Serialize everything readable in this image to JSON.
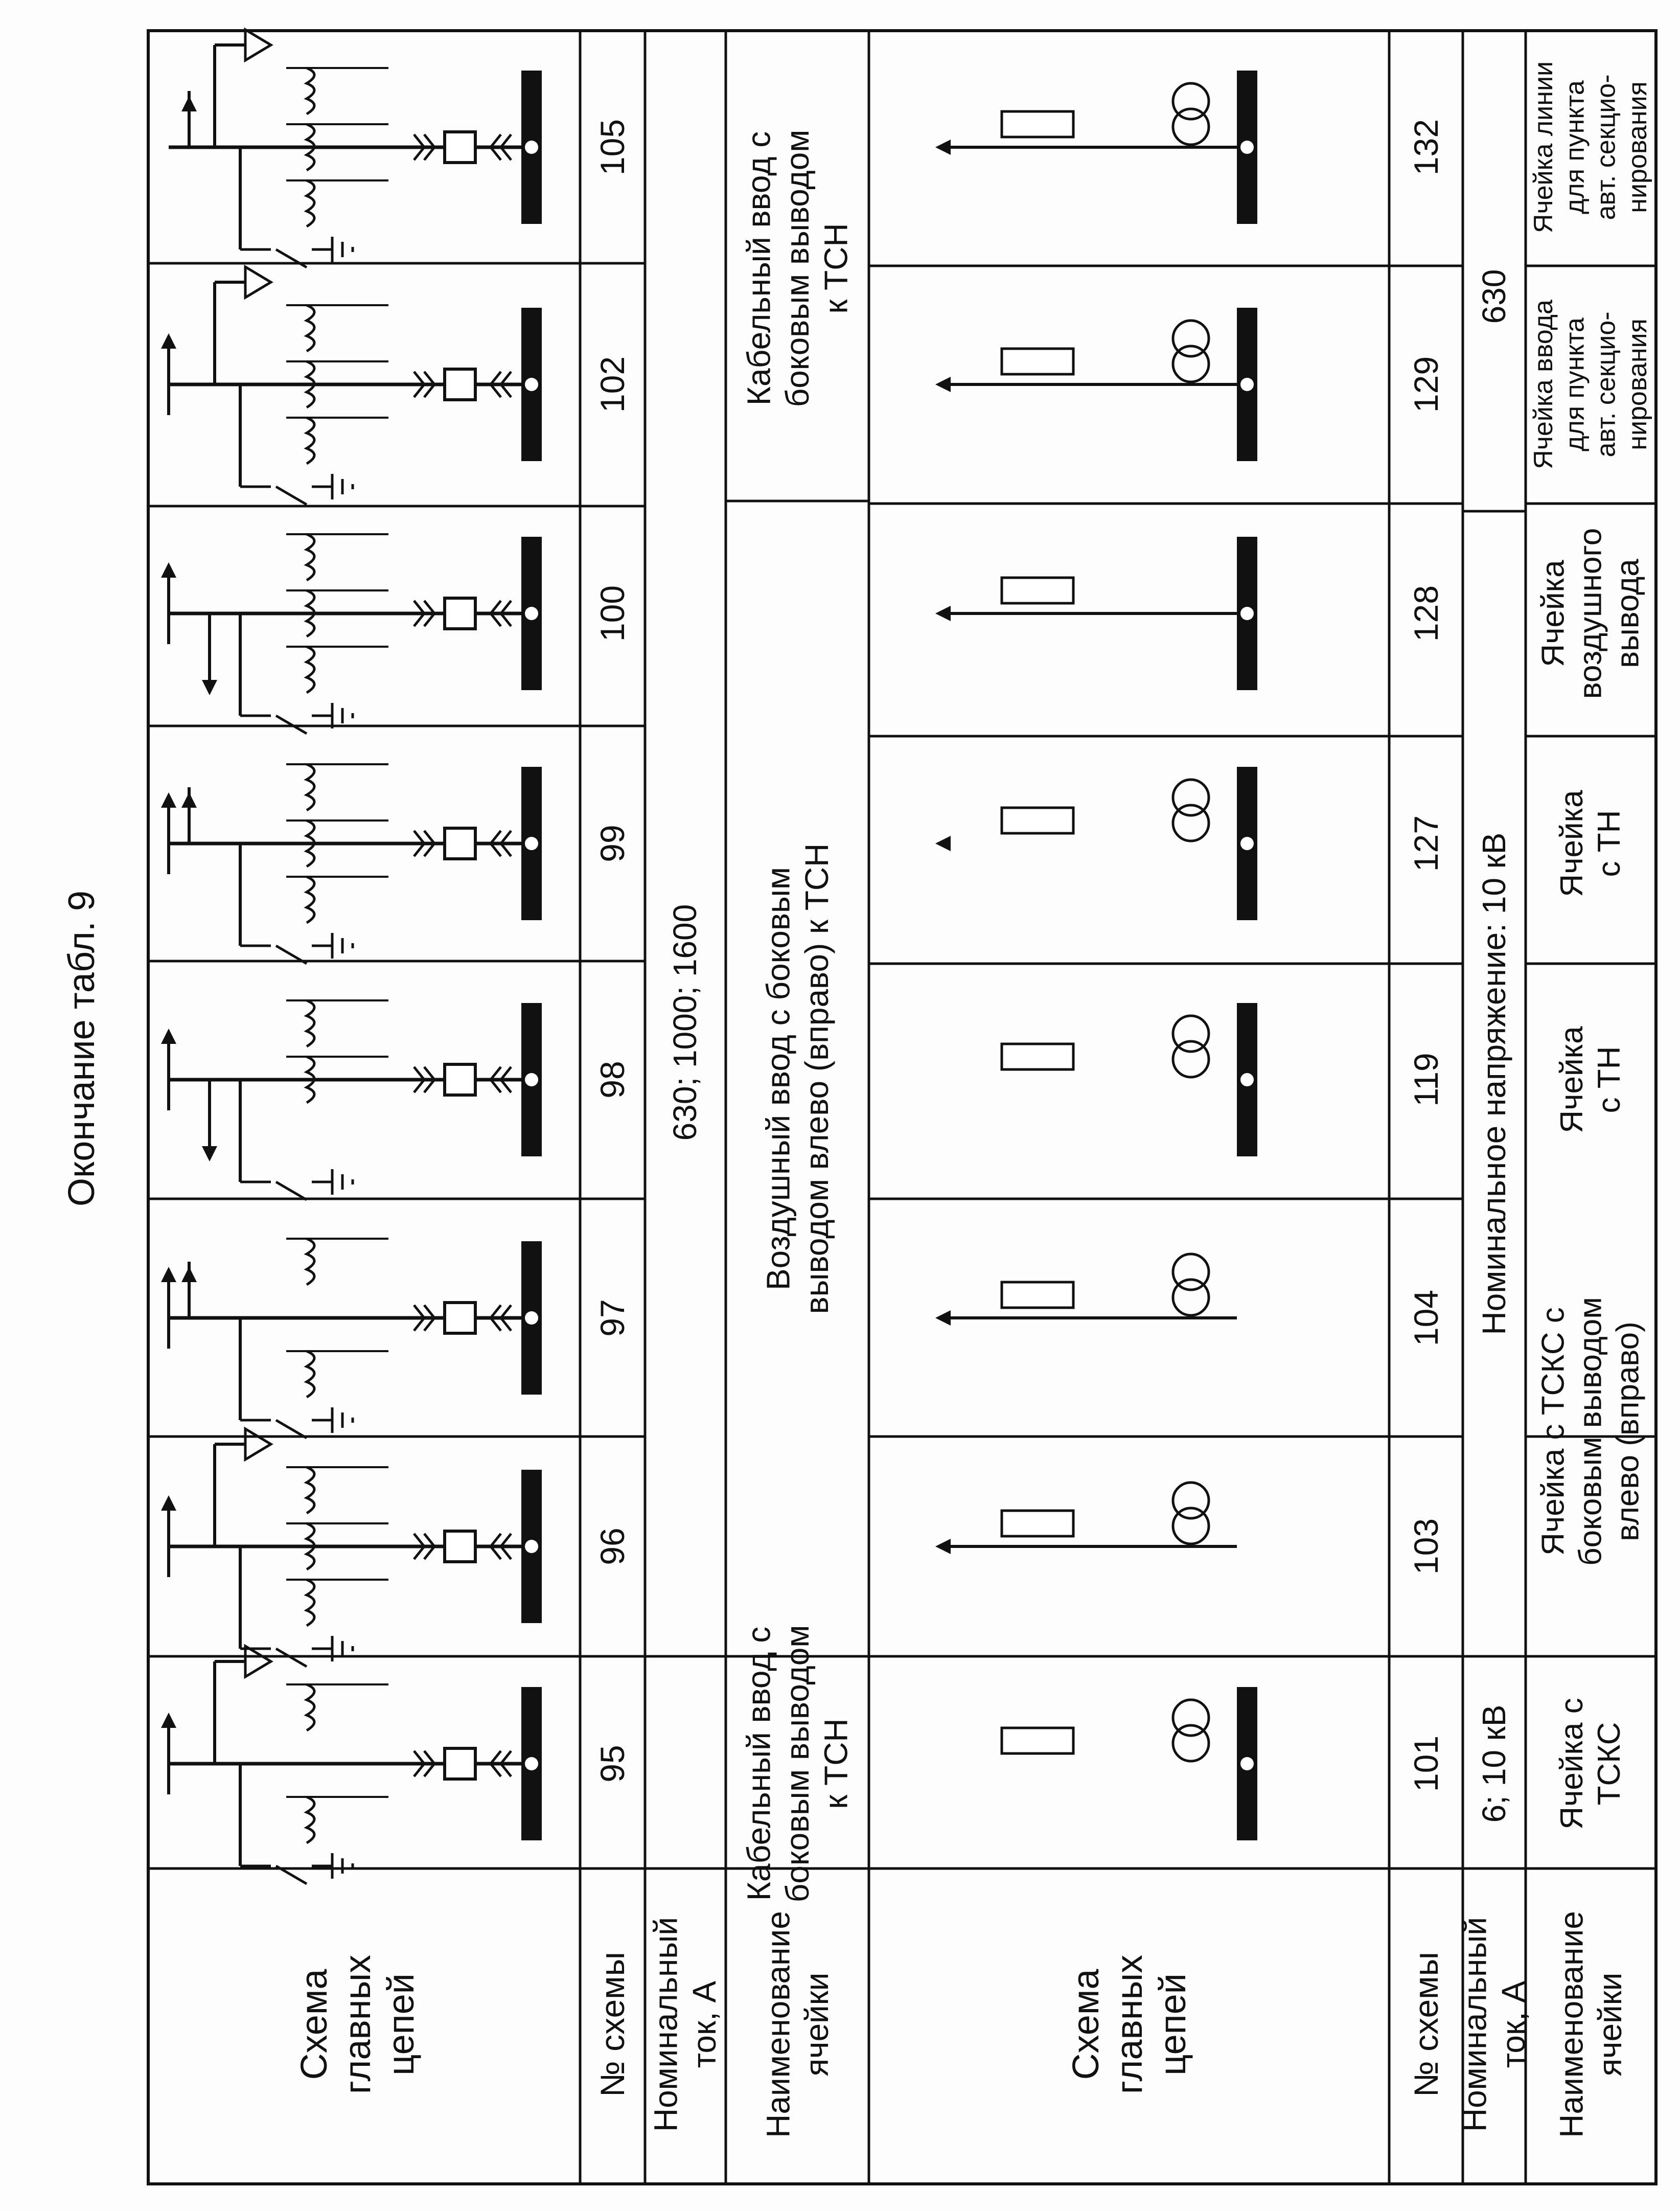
{
  "title": "Окончание табл. 9",
  "headers": {
    "scheme": [
      "Схема",
      "главных",
      "цепей"
    ],
    "number": [
      "№ схемы"
    ],
    "current": [
      "Номинальный",
      "ток, А"
    ],
    "name": [
      "Наименование",
      "ячейки"
    ]
  },
  "upper": {
    "numbers": [
      "95",
      "96",
      "97",
      "98",
      "99",
      "100",
      "102",
      "105"
    ],
    "current_a": "630; 1000; 1600",
    "names": [
      {
        "text": [
          "Кабельный ввод с",
          "боковым выводом",
          "к ТСН"
        ],
        "span": "95"
      },
      {
        "text": [
          "Воздушный ввод с боковым",
          "выводом влево (вправо) к ТСН"
        ],
        "span": "96–100"
      },
      {
        "text": [
          "Кабельный ввод с",
          "боковым выводом",
          "к ТСН"
        ],
        "span": "102–105"
      }
    ]
  },
  "lower": {
    "numbers": [
      "101",
      "103",
      "104",
      "119",
      "127",
      "128",
      "129",
      "132"
    ],
    "current_a": [
      "6; 10 кВ",
      "Номинальное напряжение: 10 кВ",
      "630"
    ],
    "names": [
      [
        "Ячейка с",
        "ТСКС"
      ],
      [
        "Ячейка с ТСКС с",
        "боковым выводом",
        "влево (вправо)"
      ],
      [
        "Ячейка",
        "с ТН"
      ],
      [
        "Ячейка",
        "с ТН"
      ],
      [
        "Ячейка",
        "воздушного",
        "вывода"
      ],
      [
        "Ячейка ввода",
        "для пункта",
        "авт. секцио-",
        "нирования"
      ],
      [
        "Ячейка линии",
        "для пункта",
        "авт. секцио-",
        "нирования"
      ]
    ]
  },
  "colors": {
    "ink": "#111111",
    "paper": "#fdfdfd"
  }
}
